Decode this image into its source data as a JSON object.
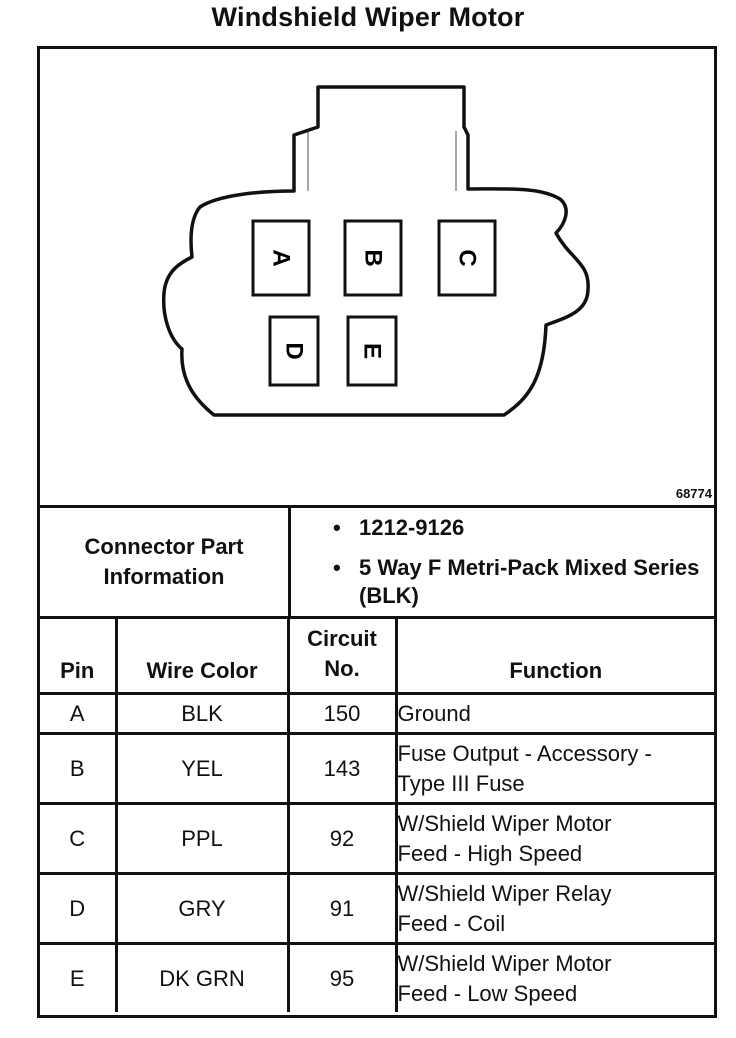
{
  "title": "Windshield Wiper Motor",
  "figure_id": "68774",
  "connector": {
    "pins": [
      "A",
      "B",
      "C",
      "D",
      "E"
    ]
  },
  "connector_part_info": {
    "label_line1": "Connector Part",
    "label_line2": "Information",
    "items": [
      "1212-9126",
      "5 Way F Metri-Pack Mixed Series (BLK)"
    ]
  },
  "table": {
    "headers": {
      "pin": "Pin",
      "wire_color": "Wire Color",
      "circuit_line1": "Circuit",
      "circuit_line2": "No.",
      "function": "Function"
    },
    "rows": [
      {
        "pin": "A",
        "wire_color": "BLK",
        "circuit": "150",
        "function_line1": "Ground",
        "function_line2": ""
      },
      {
        "pin": "B",
        "wire_color": "YEL",
        "circuit": "143",
        "function_line1": "Fuse Output - Accessory -",
        "function_line2": "Type III Fuse"
      },
      {
        "pin": "C",
        "wire_color": "PPL",
        "circuit": "92",
        "function_line1": "W/Shield Wiper Motor",
        "function_line2": "Feed - High Speed"
      },
      {
        "pin": "D",
        "wire_color": "GRY",
        "circuit": "91",
        "function_line1": "W/Shield Wiper Relay",
        "function_line2": "Feed - Coil"
      },
      {
        "pin": "E",
        "wire_color": "DK GRN",
        "circuit": "95",
        "function_line1": "W/Shield Wiper Motor",
        "function_line2": "Feed - Low Speed"
      }
    ]
  }
}
